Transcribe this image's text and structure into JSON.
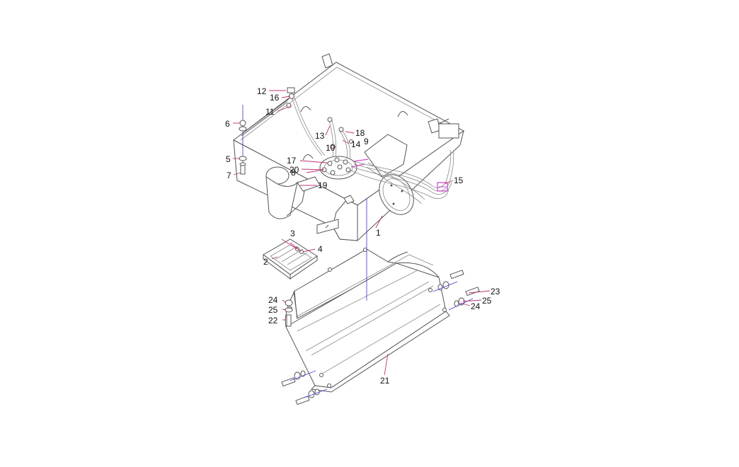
{
  "callouts": [
    {
      "id": "c1",
      "text": "1"
    },
    {
      "id": "c2",
      "text": "2"
    },
    {
      "id": "c3",
      "text": "3"
    },
    {
      "id": "c4",
      "text": "4"
    },
    {
      "id": "c5",
      "text": "5"
    },
    {
      "id": "c6",
      "text": "6"
    },
    {
      "id": "c7",
      "text": "7"
    },
    {
      "id": "c8",
      "text": "8"
    },
    {
      "id": "c9",
      "text": "9"
    },
    {
      "id": "c10",
      "text": "10"
    },
    {
      "id": "c11",
      "text": "11"
    },
    {
      "id": "c12",
      "text": "12"
    },
    {
      "id": "c13",
      "text": "13"
    },
    {
      "id": "c14",
      "text": "14"
    },
    {
      "id": "c15",
      "text": "15"
    },
    {
      "id": "c16",
      "text": "16"
    },
    {
      "id": "c17",
      "text": "17"
    },
    {
      "id": "c18",
      "text": "18"
    },
    {
      "id": "c19",
      "text": "19"
    },
    {
      "id": "c20",
      "text": "20"
    },
    {
      "id": "c21",
      "text": "21"
    },
    {
      "id": "c22",
      "text": "22"
    },
    {
      "id": "c23",
      "text": "23"
    },
    {
      "id": "c24a",
      "text": "24"
    },
    {
      "id": "c25a",
      "text": "25"
    },
    {
      "id": "c24b",
      "text": "24"
    },
    {
      "id": "c25b",
      "text": "25"
    }
  ],
  "colors": {
    "line": "#555555",
    "leader": "#c0357a",
    "axis": "#4a4ad0",
    "highlight": "#cc44cc"
  }
}
